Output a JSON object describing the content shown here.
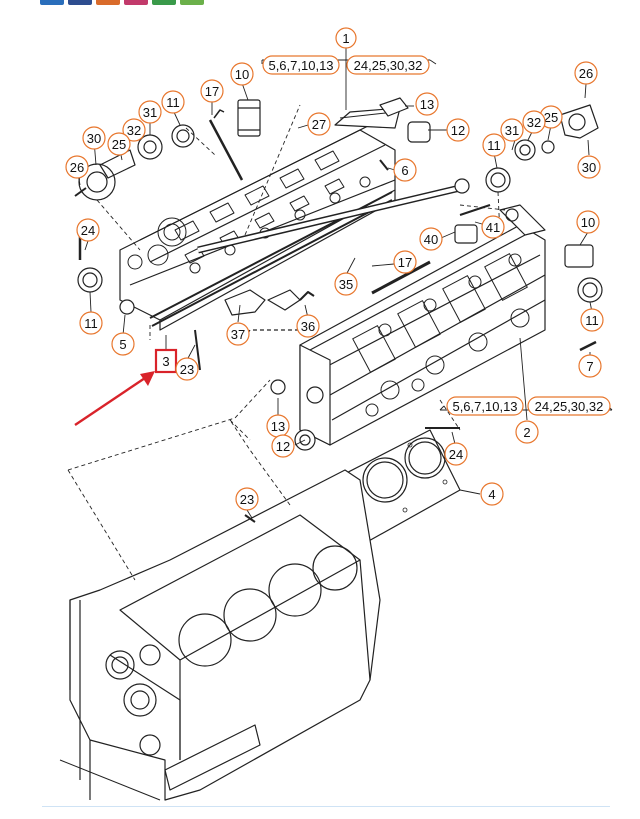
{
  "colors": {
    "callout_outline": "#e8772e",
    "highlight_box": "#d9232a",
    "arrow": "#d9232a",
    "line_art": "#222222",
    "tab_swatches": [
      "#2a6ebb",
      "#2e4d8f",
      "#d96b2b",
      "#c23a6b",
      "#3a9a4a",
      "#6bb04a"
    ]
  },
  "callouts": [
    {
      "id": "1",
      "text": "1"
    },
    {
      "id": "1a",
      "text": "5,6,7,10,13"
    },
    {
      "id": "1b",
      "text": "24,25,30,32"
    },
    {
      "id": "10a",
      "text": "10"
    },
    {
      "id": "17a",
      "text": "17"
    },
    {
      "id": "13a",
      "text": "13"
    },
    {
      "id": "27",
      "text": "27"
    },
    {
      "id": "12a",
      "text": "12"
    },
    {
      "id": "31a",
      "text": "31"
    },
    {
      "id": "11a",
      "text": "11"
    },
    {
      "id": "32a",
      "text": "32"
    },
    {
      "id": "30a",
      "text": "30"
    },
    {
      "id": "25a",
      "text": "25"
    },
    {
      "id": "26a",
      "text": "26"
    },
    {
      "id": "6",
      "text": "6"
    },
    {
      "id": "24a",
      "text": "24"
    },
    {
      "id": "11b",
      "text": "11"
    },
    {
      "id": "5",
      "text": "5"
    },
    {
      "id": "3",
      "text": "3"
    },
    {
      "id": "23a",
      "text": "23"
    },
    {
      "id": "26b",
      "text": "26"
    },
    {
      "id": "25b",
      "text": "25"
    },
    {
      "id": "32b",
      "text": "32"
    },
    {
      "id": "31b",
      "text": "31"
    },
    {
      "id": "11c",
      "text": "11"
    },
    {
      "id": "30b",
      "text": "30"
    },
    {
      "id": "10b",
      "text": "10"
    },
    {
      "id": "40",
      "text": "40"
    },
    {
      "id": "41",
      "text": "41"
    },
    {
      "id": "17b",
      "text": "17"
    },
    {
      "id": "35",
      "text": "35"
    },
    {
      "id": "37",
      "text": "37"
    },
    {
      "id": "36",
      "text": "36"
    },
    {
      "id": "11d",
      "text": "11"
    },
    {
      "id": "7",
      "text": "7"
    },
    {
      "id": "2a",
      "text": "5,6,7,10,13"
    },
    {
      "id": "2b",
      "text": "24,25,30,32"
    },
    {
      "id": "2",
      "text": "2"
    },
    {
      "id": "13b",
      "text": "13"
    },
    {
      "id": "12b",
      "text": "12"
    },
    {
      "id": "24b",
      "text": "24"
    },
    {
      "id": "4",
      "text": "4"
    },
    {
      "id": "23b",
      "text": "23"
    }
  ]
}
